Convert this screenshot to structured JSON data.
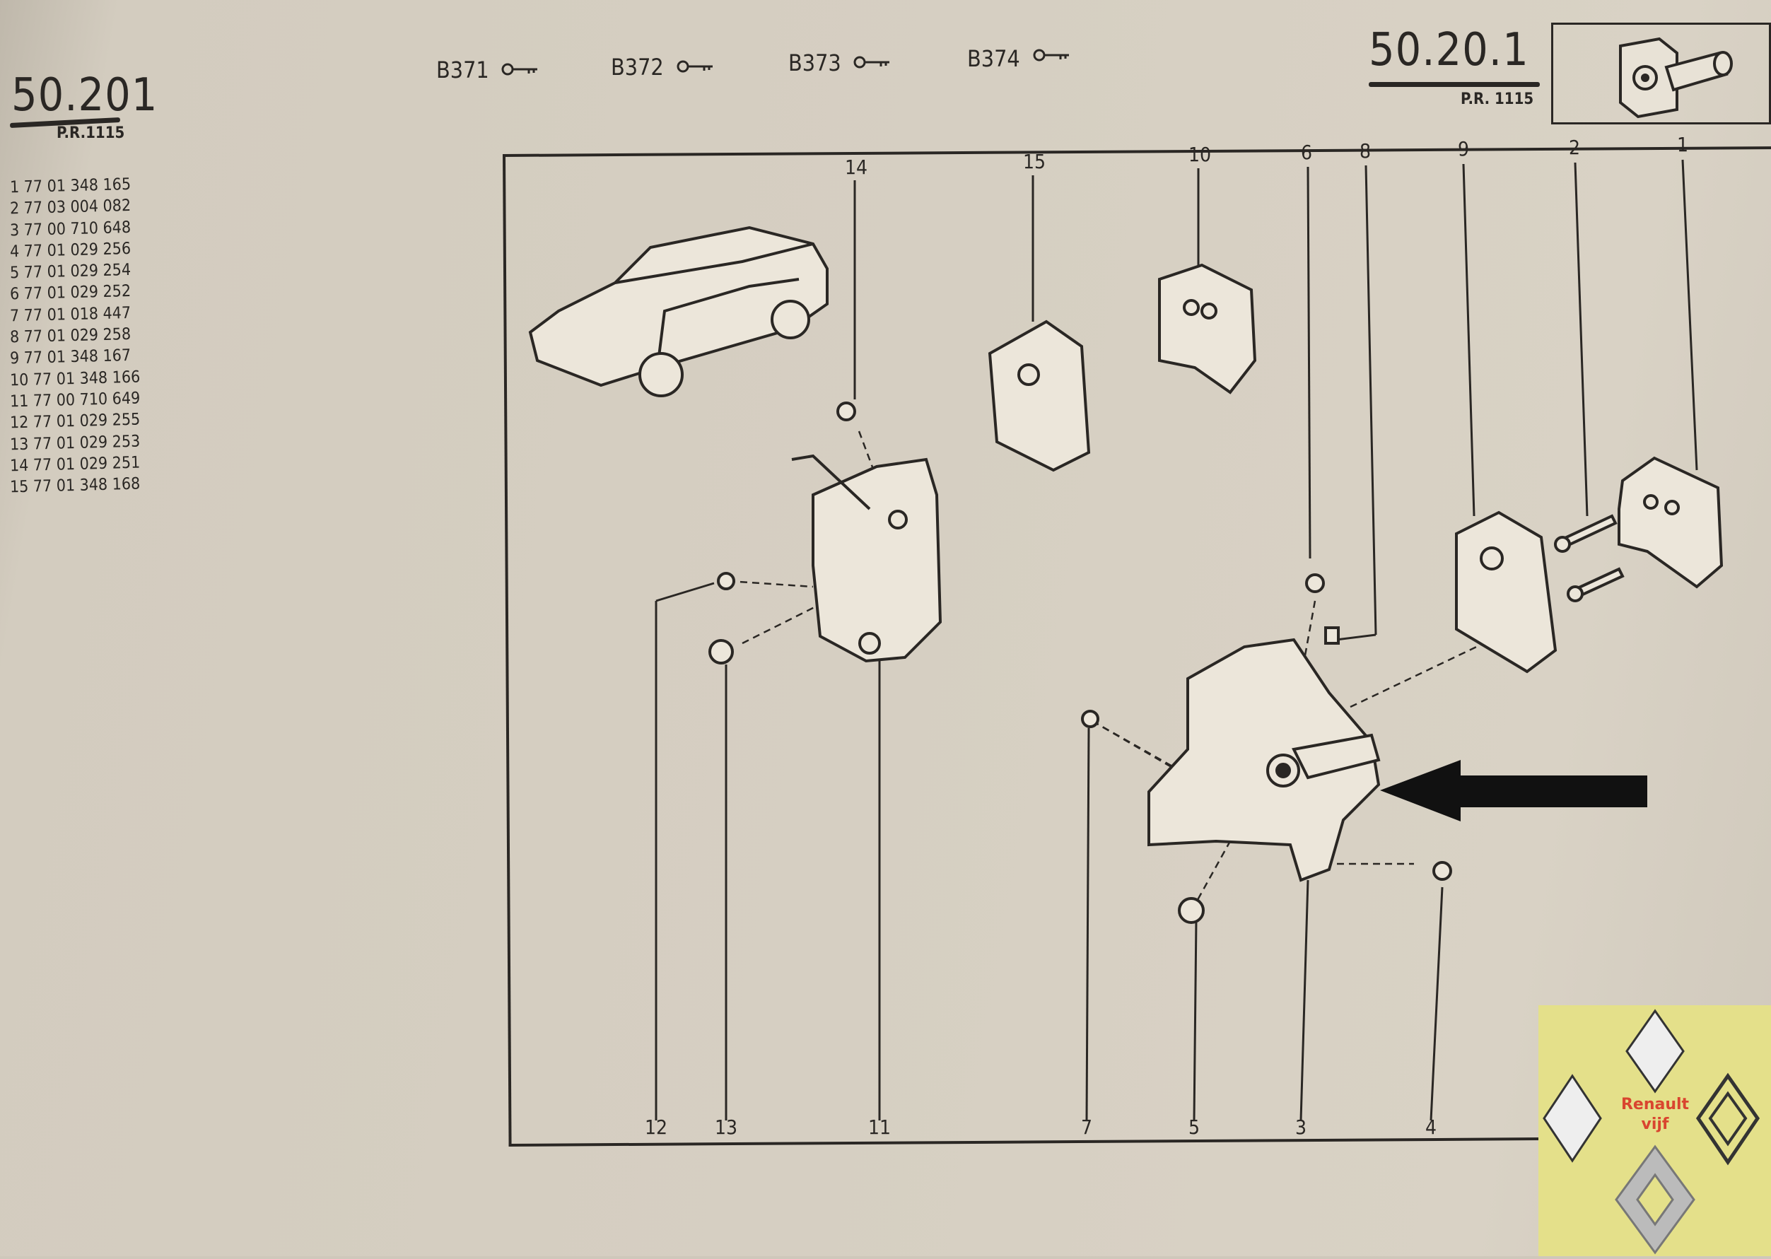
{
  "header": {
    "left_ref": "50.201",
    "left_pr": "P.R.1115",
    "right_ref": "50.20.1",
    "right_pr": "P.R. 1115",
    "key_codes": [
      "B371",
      "B372",
      "B373",
      "B374"
    ]
  },
  "parts_list": [
    {
      "ref": "1",
      "part": "77 01 348 165"
    },
    {
      "ref": "2",
      "part": "77 03 004 082"
    },
    {
      "ref": "3",
      "part": "77 00 710 648"
    },
    {
      "ref": "4",
      "part": "77 01 029 256"
    },
    {
      "ref": "5",
      "part": "77 01 029 254"
    },
    {
      "ref": "6",
      "part": "77 01 029 252"
    },
    {
      "ref": "7",
      "part": "77 01 018 447"
    },
    {
      "ref": "8",
      "part": "77 01 029 258"
    },
    {
      "ref": "9",
      "part": "77 01 348 167"
    },
    {
      "ref": "10",
      "part": "77 01 348 166"
    },
    {
      "ref": "11",
      "part": "77 00 710 649"
    },
    {
      "ref": "12",
      "part": "77 01 029 255"
    },
    {
      "ref": "13",
      "part": "77 01 029 253"
    },
    {
      "ref": "14",
      "part": "77 01 029 251"
    },
    {
      "ref": "15",
      "part": "77 01 348 168"
    }
  ],
  "diagram": {
    "callouts_top": [
      "14",
      "15",
      "10",
      "6",
      "8",
      "9",
      "2",
      "1"
    ],
    "callouts_bottom": [
      "12",
      "13",
      "11",
      "7",
      "5",
      "3",
      "4"
    ]
  },
  "watermark": {
    "line1": "Renault",
    "line2": "vijf",
    "logo_text": "RENAULT",
    "colors": {
      "panel": "#e4e08a",
      "text": "#d9452f"
    }
  }
}
